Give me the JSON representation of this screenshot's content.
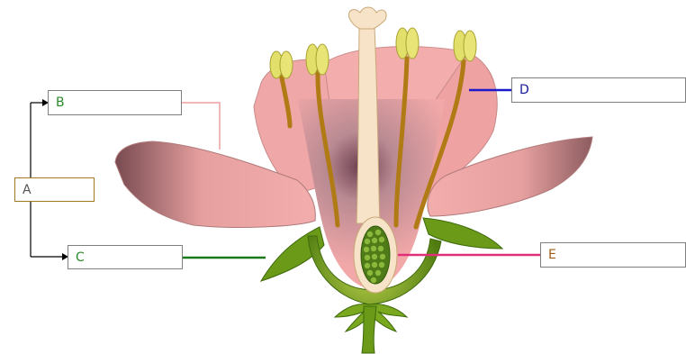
{
  "labels": {
    "a": "A",
    "b": "B",
    "c": "C",
    "d": "D",
    "e": "E"
  },
  "colors": {
    "petal": "#f2a3a3",
    "petal_dark": "#8a5a5a",
    "style": "#f7e3c8",
    "filament": "#b07b14",
    "anther": "#e2df6a",
    "sepal": "#6a9a18",
    "ovule": "#4e7a18",
    "label_a": "#555555",
    "label_b": "#2b8a2b",
    "label_c": "#2b8a2b",
    "label_d": "#1a1a9a",
    "label_e": "#a05a12",
    "line_b": "#f2b8b8",
    "line_c": "#1a7a1a",
    "line_d": "#1a1acc",
    "line_e": "#e0307a"
  }
}
